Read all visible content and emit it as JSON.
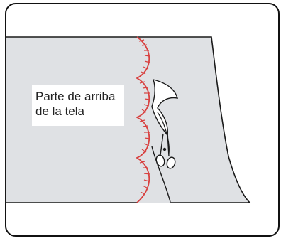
{
  "figure": {
    "label_lines": [
      "Parte de arriba",
      "de la tela"
    ]
  },
  "colors": {
    "fabric": "#dfe1e4",
    "stitch": "#d8403f",
    "outline": "#1a1a1a",
    "frame_bg": "#ffffff"
  },
  "icons": {
    "cutting_tool": "scissors-icon",
    "seam_edge": "scalloped-stitch-line"
  }
}
